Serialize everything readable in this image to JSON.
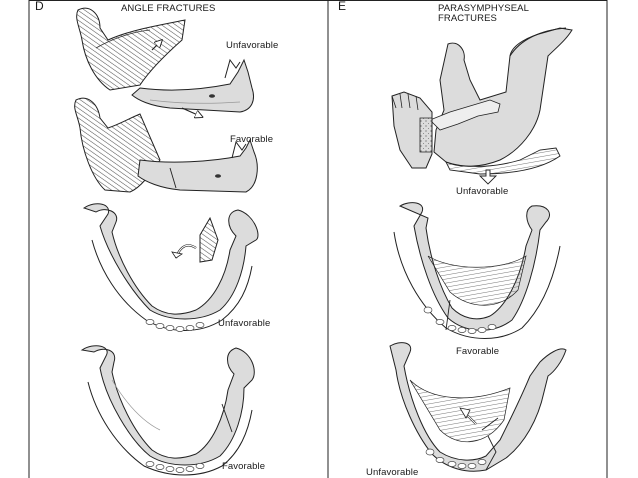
{
  "left_panel": {
    "letter": "D",
    "title": "ANGLE FRACTURES",
    "labels": [
      "Unfavorable",
      "Favorable",
      "Unfavorable",
      "Favorable"
    ]
  },
  "right_panel": {
    "letter": "E",
    "title_line1": "PARASYMPHYSEAL",
    "title_line2": "FRACTURES",
    "labels": [
      "Unfavorable",
      "Favorable",
      "Unfavorable"
    ]
  },
  "colors": {
    "ink": "#1a1a1a",
    "bone": "#d9d9d9",
    "shade": "#9a9a9a",
    "muscle": "#6e6e6e"
  }
}
